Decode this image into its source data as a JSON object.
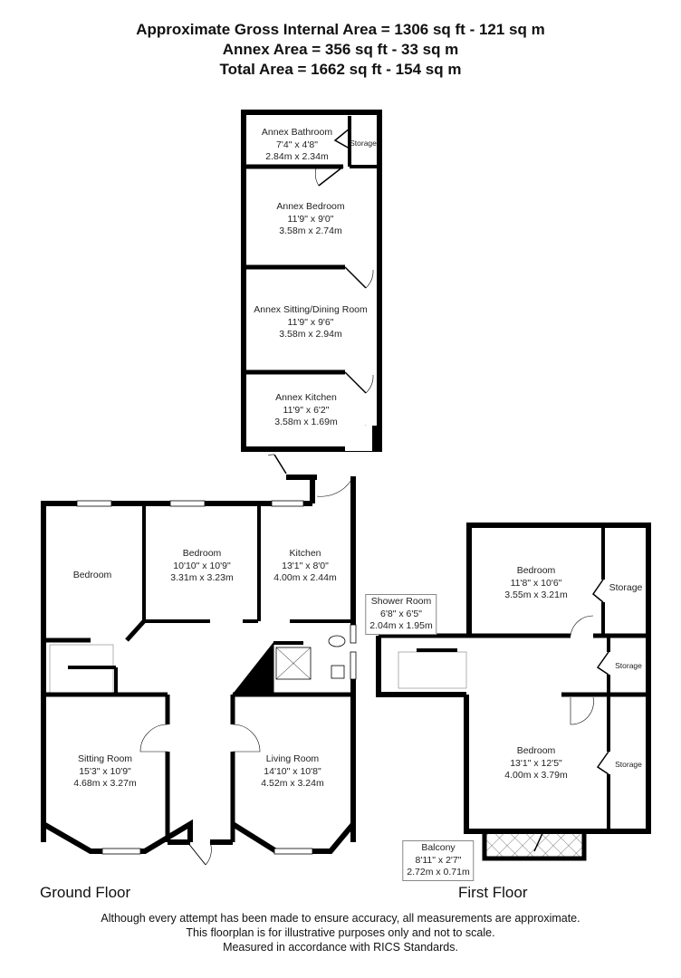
{
  "header": {
    "line1": "Approximate Gross Internal Area = 1306 sq ft - 121 sq m",
    "line2": "Annex Area = 356 sq ft - 33 sq m",
    "line3": "Total Area = 1662 sq ft - 154 sq m"
  },
  "annex": {
    "bathroom": {
      "name": "Annex Bathroom",
      "imperial": "7'4\" x 4'8\"",
      "metric": "2.84m x 2.34m"
    },
    "storage": {
      "name": "Storage"
    },
    "bedroom": {
      "name": "Annex Bedroom",
      "imperial": "11'9\" x 9'0\"",
      "metric": "3.58m x 2.74m"
    },
    "sitting": {
      "name": "Annex Sitting/Dining Room",
      "imperial": "11'9\" x 9'6\"",
      "metric": "3.58m x 2.94m"
    },
    "kitchen": {
      "name": "Annex Kitchen",
      "imperial": "11'9\" x 6'2\"",
      "metric": "3.58m x 1.69m"
    }
  },
  "ground_floor": {
    "label": "Ground Floor",
    "bedroom1": {
      "name": "Bedroom"
    },
    "bedroom2": {
      "name": "Bedroom",
      "imperial": "10'10\" x 10'9\"",
      "metric": "3.31m x 3.23m"
    },
    "kitchen": {
      "name": "Kitchen",
      "imperial": "13'1\" x 8'0\"",
      "metric": "4.00m x 2.44m"
    },
    "shower": {
      "name": "Shower Room",
      "imperial": "6'8\" x 6'5\"",
      "metric": "2.04m x 1.95m"
    },
    "sitting": {
      "name": "Sitting Room",
      "imperial": "15'3\" x 10'9\"",
      "metric": "4.68m x 3.27m"
    },
    "living": {
      "name": "Living Room",
      "imperial": "14'10\" x 10'8\"",
      "metric": "4.52m x 3.24m"
    }
  },
  "first_floor": {
    "label": "First Floor",
    "bedroom1": {
      "name": "Bedroom",
      "imperial": "11'8\" x 10'6\"",
      "metric": "3.55m x 3.21m"
    },
    "bedroom2": {
      "name": "Bedroom",
      "imperial": "13'1\" x 12'5\"",
      "metric": "4.00m x 3.79m"
    },
    "storage1": {
      "name": "Storage"
    },
    "storage2": {
      "name": "Storage"
    },
    "storage3": {
      "name": "Storage"
    },
    "balcony": {
      "name": "Balcony",
      "imperial": "8'11\" x 2'7\"",
      "metric": "2.72m x 0.71m"
    }
  },
  "footer": {
    "line1": "Although every attempt has been made to ensure accuracy, all measurements are approximate.",
    "line2": "This floorplan is for illustrative purposes only and not to scale.",
    "line3": "Measured in accordance with RICS Standards."
  }
}
